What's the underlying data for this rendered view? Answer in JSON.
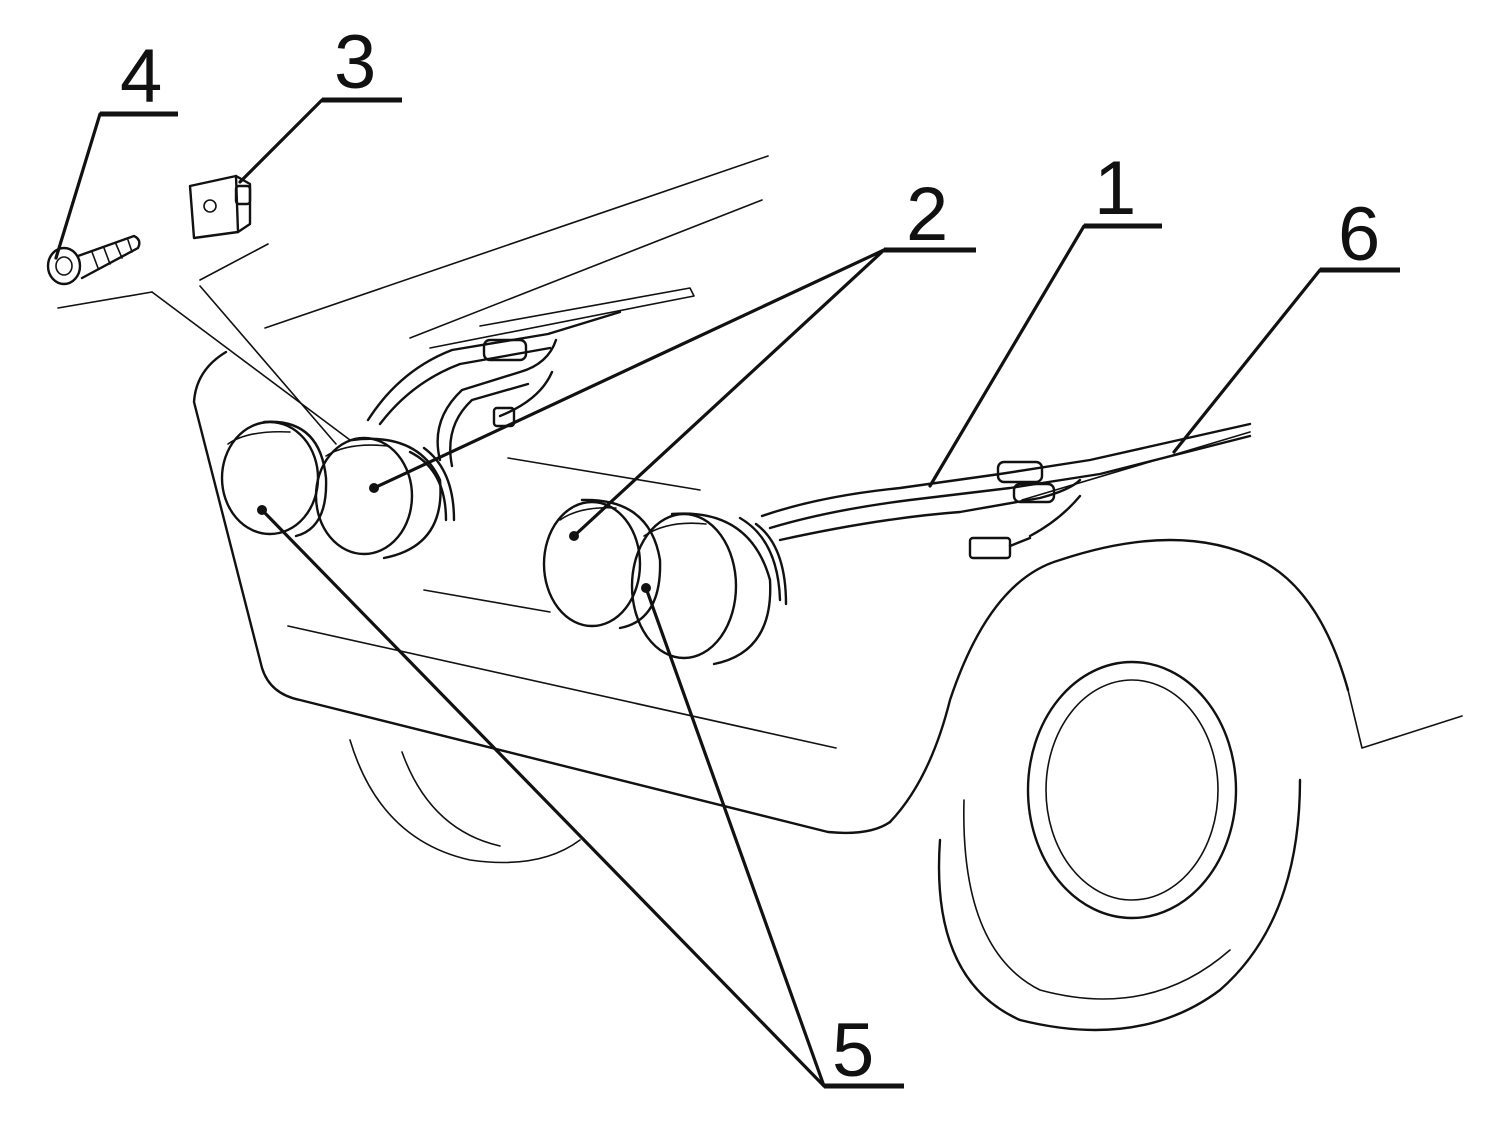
{
  "colors": {
    "ink": "#111111",
    "background": "#ffffff"
  },
  "callouts": [
    {
      "id": "c1",
      "number": "1"
    },
    {
      "id": "c2",
      "number": "2"
    },
    {
      "id": "c3",
      "number": "3"
    },
    {
      "id": "c4",
      "number": "4"
    },
    {
      "id": "c5",
      "number": "5"
    },
    {
      "id": "c6",
      "number": "6"
    }
  ]
}
